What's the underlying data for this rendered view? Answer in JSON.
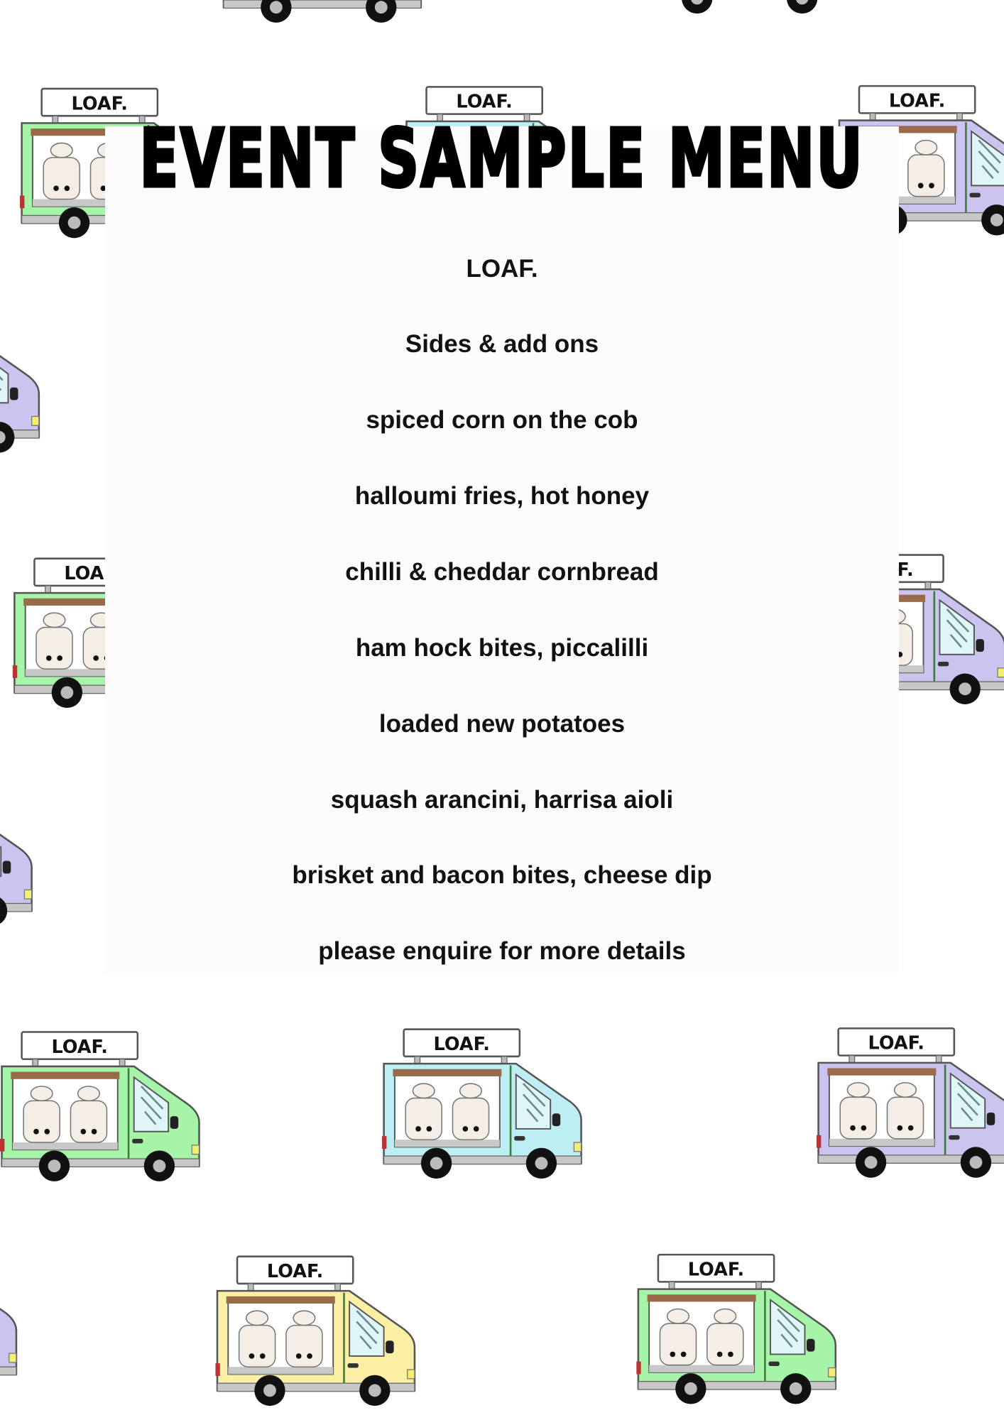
{
  "title": "EVENT SAMPLE MENU",
  "brand": "LOAF.",
  "section": "Sides & add ons",
  "items": [
    "spiced corn on the cob",
    "halloumi fries, hot honey",
    "chilli & cheddar cornbread",
    "ham hock bites, piccalilli",
    "loaded new potatoes",
    "squash arancini, harrisa aioli",
    "brisket and bacon bites, cheese dip"
  ],
  "footer": "please enquire for more details",
  "truck_sign": "LOAF.",
  "colors": {
    "green": "#a6f4a8",
    "blue": "#bdeef4",
    "purple": "#cbc4ee",
    "yellow": "#fbefa6",
    "roof": "#9a6a4a"
  }
}
